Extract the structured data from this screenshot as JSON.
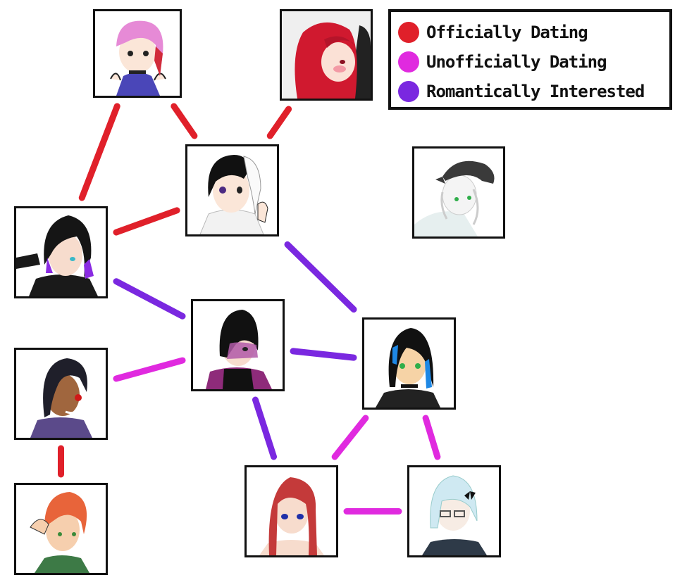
{
  "legend": {
    "items": [
      {
        "label": "Officially Dating",
        "color": "#e0202a"
      },
      {
        "label": "Unofficially Dating",
        "color": "#e02adf"
      },
      {
        "label": "Romantically Interested",
        "color": "#7a28e0"
      }
    ]
  },
  "colors": {
    "officially": "#e0202a",
    "unofficially": "#e02adf",
    "interested": "#7a28e0"
  },
  "characters": [
    {
      "id": "c1",
      "icon": "pink-hair-character-portrait-icon"
    },
    {
      "id": "c2",
      "icon": "red-hair-kissing-character-portrait-icon"
    },
    {
      "id": "c3",
      "icon": "black-white-hair-character-portrait-icon"
    },
    {
      "id": "c4",
      "icon": "grey-cap-character-portrait-icon"
    },
    {
      "id": "c5",
      "icon": "purple-tipped-hair-character-portrait-icon"
    },
    {
      "id": "c6",
      "icon": "hooded-character-portrait-icon"
    },
    {
      "id": "c7",
      "icon": "blue-streak-hair-character-portrait-icon"
    },
    {
      "id": "c8",
      "icon": "dark-skin-red-eye-character-portrait-icon"
    },
    {
      "id": "c9",
      "icon": "red-long-hair-character-portrait-icon"
    },
    {
      "id": "c10",
      "icon": "pale-blue-hair-character-portrait-icon"
    },
    {
      "id": "c11",
      "icon": "orange-hair-character-portrait-icon"
    }
  ],
  "relationships": [
    {
      "from": "c1",
      "to": "c5",
      "type": "officially"
    },
    {
      "from": "c1",
      "to": "c3",
      "type": "officially"
    },
    {
      "from": "c3",
      "to": "c2",
      "type": "officially"
    },
    {
      "from": "c5",
      "to": "c3",
      "type": "officially"
    },
    {
      "from": "c3",
      "to": "c7",
      "type": "interested"
    },
    {
      "from": "c5",
      "to": "c6",
      "type": "interested"
    },
    {
      "from": "c6",
      "to": "c7",
      "type": "interested"
    },
    {
      "from": "c6",
      "to": "c9",
      "type": "interested"
    },
    {
      "from": "c8",
      "to": "c6",
      "type": "unofficially"
    },
    {
      "from": "c7",
      "to": "c9",
      "type": "unofficially"
    },
    {
      "from": "c7",
      "to": "c10",
      "type": "unofficially"
    },
    {
      "from": "c9",
      "to": "c10",
      "type": "unofficially"
    },
    {
      "from": "c8",
      "to": "c11",
      "type": "officially"
    }
  ]
}
